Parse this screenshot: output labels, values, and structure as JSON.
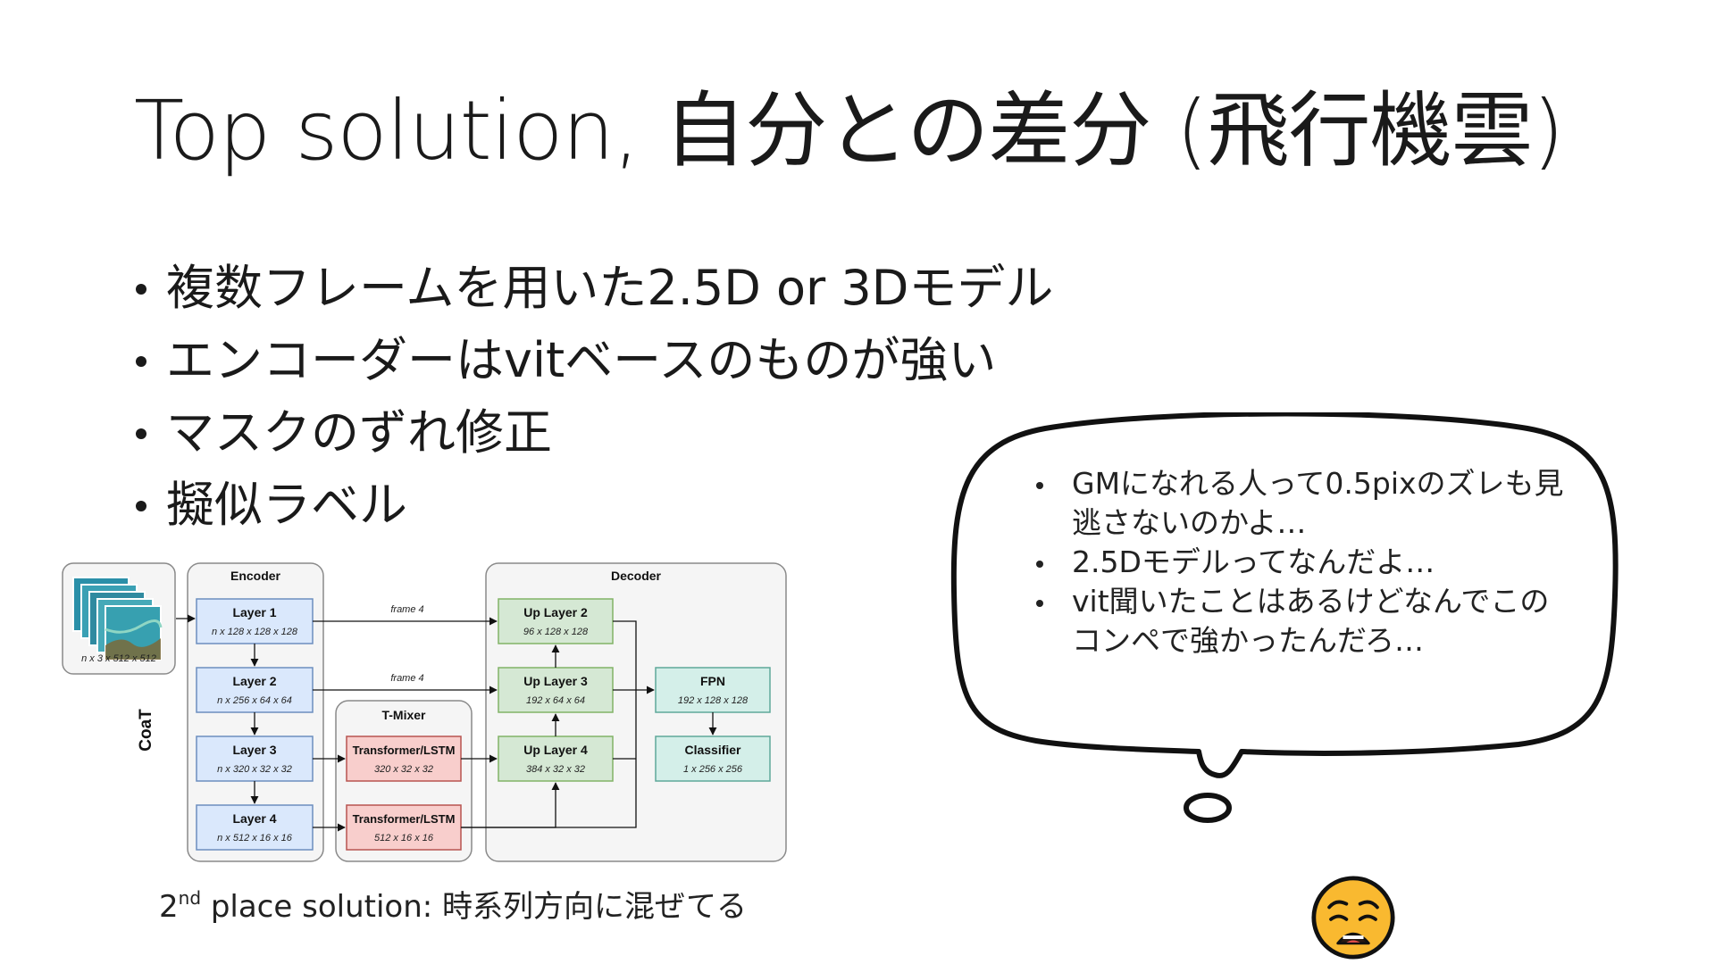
{
  "slide": {
    "title": "Top solution, 自分との差分 (飛行機雲)",
    "bullets": [
      "複数フレームを用いた2.5D or 3Dモデル",
      "エンコーダーはvitベースのものが強い",
      "マスクのずれ修正",
      "擬似ラベル"
    ],
    "thought_bubble": [
      "GMになれる人って0.5pixのズレも見逃さないのかよ…",
      "2.5Dモデルってなんだよ…",
      "vit聞いたことはあるけどなんでこのコンペで強かったんだろ…"
    ],
    "caption": {
      "rank_num": "2",
      "rank_suffix": "nd",
      "text": " place solution: 時系列方向に混ぜてる"
    },
    "emoji_icon": "weary-face-icon"
  },
  "diagram": {
    "input_label": "n x 3 x 512 x 512",
    "backbone_label": "CoaT",
    "encoder": {
      "title": "Encoder",
      "layers": [
        {
          "name": "Layer 1",
          "shape": "n x 128 x 128 x 128"
        },
        {
          "name": "Layer 2",
          "shape": "n x 256 x 64 x 64"
        },
        {
          "name": "Layer 3",
          "shape": "n x 320 x 32 x 32"
        },
        {
          "name": "Layer 4",
          "shape": "n x 512 x 16 x 16"
        }
      ]
    },
    "tmixer": {
      "title": "T-Mixer",
      "blocks": [
        {
          "name": "Transformer/LSTM",
          "shape": "320 x 32 x 32"
        },
        {
          "name": "Transformer/LSTM",
          "shape": "512 x 16 x 16"
        }
      ]
    },
    "decoder": {
      "title": "Decoder",
      "up_layers": [
        {
          "name": "Up Layer 2",
          "shape": "96 x 128 x 128"
        },
        {
          "name": "Up Layer 3",
          "shape": "192 x 64 x 64"
        },
        {
          "name": "Up Layer 4",
          "shape": "384 x 32 x 32"
        }
      ],
      "fpn": {
        "name": "FPN",
        "shape": "192 x 128 x 128"
      },
      "classifier": {
        "name": "Classifier",
        "shape": "1 x 256 x 256"
      }
    },
    "skip_labels": [
      "frame 4",
      "frame 4"
    ],
    "colors": {
      "blue_fill": "#dae8fc",
      "blue_stroke": "#6c8ebf",
      "red_fill": "#f8cecc",
      "red_stroke": "#b85450",
      "green_fill": "#d5e8d4",
      "green_stroke": "#82b366",
      "teal_fill": "#d4efe9",
      "teal_stroke": "#5fa89a",
      "panel_fill": "#f5f5f5",
      "panel_stroke": "#8a8a8a"
    }
  }
}
